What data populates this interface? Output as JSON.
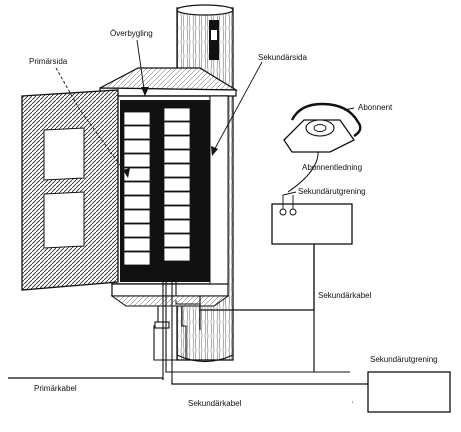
{
  "labels": {
    "overbygling": "Överbygling",
    "primarsida": "Primärsida",
    "sekundarsida": "Sekundärsida",
    "abonnent": "Abonnent",
    "abonnentledning": "Abonnentledning",
    "sekundarutgrening_1": "Sekundärutgrening",
    "sekundarkabel_right": "Sekundärkabel",
    "sekundarutgrening_2": "Sekundärutgrening",
    "primarkabel": "Primärkabel",
    "sekundarkabel_bottom": "Sekundärkabel"
  }
}
